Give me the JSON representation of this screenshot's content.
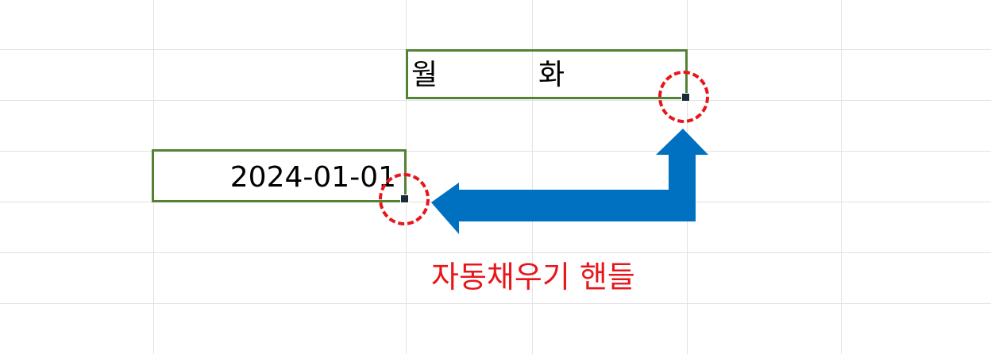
{
  "sheet": {
    "cells": {
      "date_value": "2024-01-01",
      "day_mon": "월",
      "day_tue": "화"
    }
  },
  "annotation": {
    "label": "자동채우기 핸들"
  },
  "icons": {
    "fill_handle": "fill-handle-icon",
    "arrow": "arrow-icon"
  },
  "colors": {
    "selection_border": "#548235",
    "callout": "#e8161b",
    "arrow": "#0070c0",
    "gridline": "#e2e2e2"
  }
}
